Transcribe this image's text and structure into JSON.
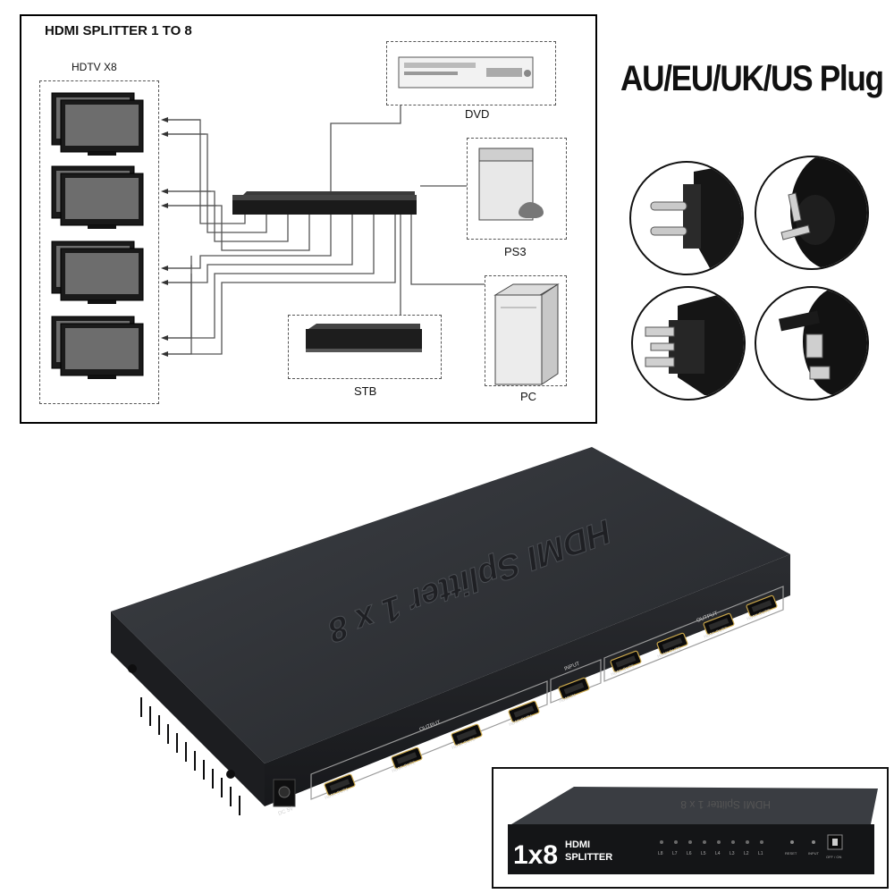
{
  "diagram": {
    "title": "HDMI SPLITTER 1 TO 8",
    "hdtv_label": "HDTV X8",
    "devices": {
      "dvd": "DVD",
      "ps3": "PS3",
      "stb": "STB",
      "pc": "PC"
    }
  },
  "plugs": {
    "title": "AU/EU/UK/US Plug",
    "types": [
      "eu-plug-icon",
      "au-plug-icon",
      "us-plug-icon",
      "uk-plug-icon"
    ]
  },
  "device": {
    "top_print": "HDMI Splitter 1 x 8",
    "output_group_label": "OUTPUT",
    "input_group_label": "INPUT",
    "input_port": "HDMI IN",
    "ports_front": [
      "HDMI OUT1",
      "HDMI OUT2",
      "HDMI OUT3",
      "HDMI OUT4"
    ],
    "ports_back": [
      "HDMI OUT5",
      "HDMI OUT6",
      "HDMI OUT7",
      "HDMI OUT8"
    ],
    "power_label": "DC 5V"
  },
  "inset": {
    "big_text": "1x8",
    "brand_line1": "HDMI",
    "brand_line2": "SPLITTER",
    "top_print": "HDMI Splitter 1 x 8",
    "leds": [
      "L8",
      "L7",
      "L6",
      "L5",
      "L4",
      "L3",
      "L2",
      "L1"
    ],
    "reset_label": "RESET",
    "input_label": "INPUT",
    "switch_label": "OFF / ON"
  },
  "colors": {
    "device_body": "#2a2c2f",
    "device_top": "#35383c",
    "frame": "#000000"
  }
}
